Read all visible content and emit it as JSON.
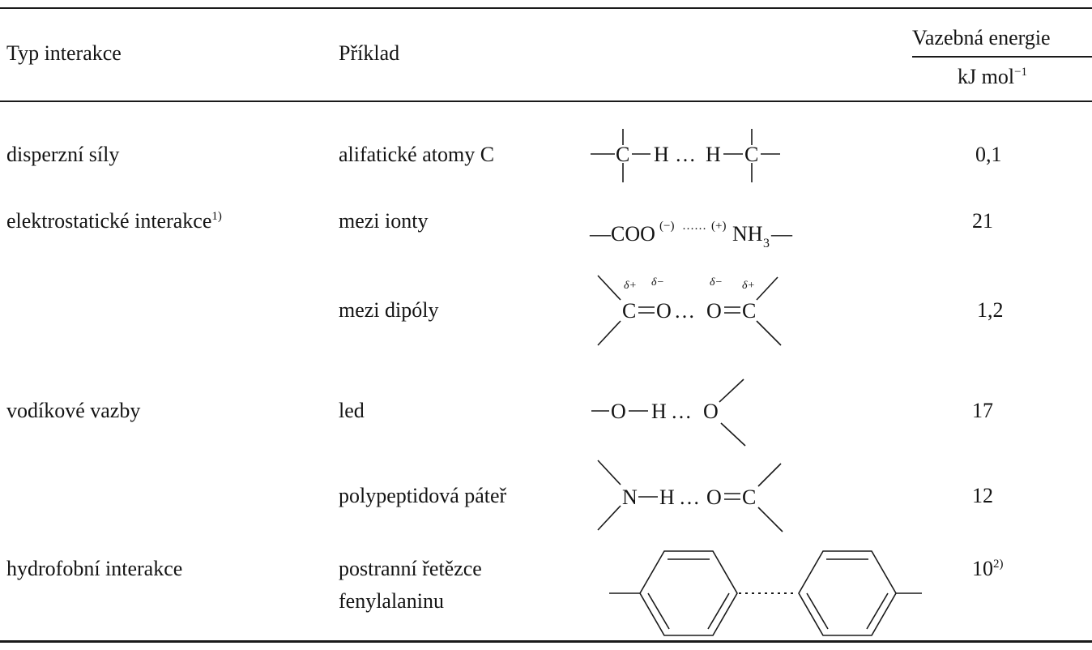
{
  "header": {
    "col_type": "Typ interakce",
    "col_example": "Příklad",
    "col_energy": "Vazebná energie",
    "energy_unit": "kJ mol",
    "energy_unit_exp": "−1"
  },
  "rows": [
    {
      "type": "disperzní síly",
      "type_note": "",
      "example": "alifatické atomy C",
      "example_line2": "",
      "energy": "0,1",
      "energy_note": "",
      "formula": {
        "a": "C",
        "b": "H",
        "dots": "…",
        "c": "H",
        "d": "C"
      }
    },
    {
      "type": "elektrostatické interakce",
      "type_note": "1)",
      "example": "mezi ionty",
      "example_line2": "",
      "energy": "21",
      "energy_note": "",
      "formula": {
        "a": "—COO",
        "charge_neg": "(−)",
        "dots": "……",
        "charge_pos": "(+)",
        "b": "NH",
        "sub": "3",
        "c": "—"
      }
    },
    {
      "type": "",
      "type_note": "",
      "example": "mezi dipóly",
      "example_line2": "",
      "energy": "1,2",
      "energy_note": "",
      "formula": {
        "c1": "C",
        "o1": "O",
        "dots": "…",
        "o2": "O",
        "c2": "C",
        "dplus1": "δ+",
        "dminus1": "δ−",
        "dminus2": "δ−",
        "dplus2": "δ+"
      }
    },
    {
      "type": "vodíkové vazby",
      "type_note": "",
      "example": "led",
      "example_line2": "",
      "energy": "17",
      "energy_note": "",
      "formula": {
        "a": "O",
        "b": "H",
        "dots": "…",
        "c": "O"
      }
    },
    {
      "type": "",
      "type_note": "",
      "example": "polypeptidová páteř",
      "example_line2": "",
      "energy": "12",
      "energy_note": "",
      "formula": {
        "a": "N",
        "b": "H",
        "dots": "…",
        "c": "O",
        "d": "C"
      }
    },
    {
      "type": "hydrofobní interakce",
      "type_note": "",
      "example": "postranní řetězce",
      "example_line2": "fenylalaninu",
      "energy": "10",
      "energy_note": "2)",
      "formula": {}
    }
  ]
}
